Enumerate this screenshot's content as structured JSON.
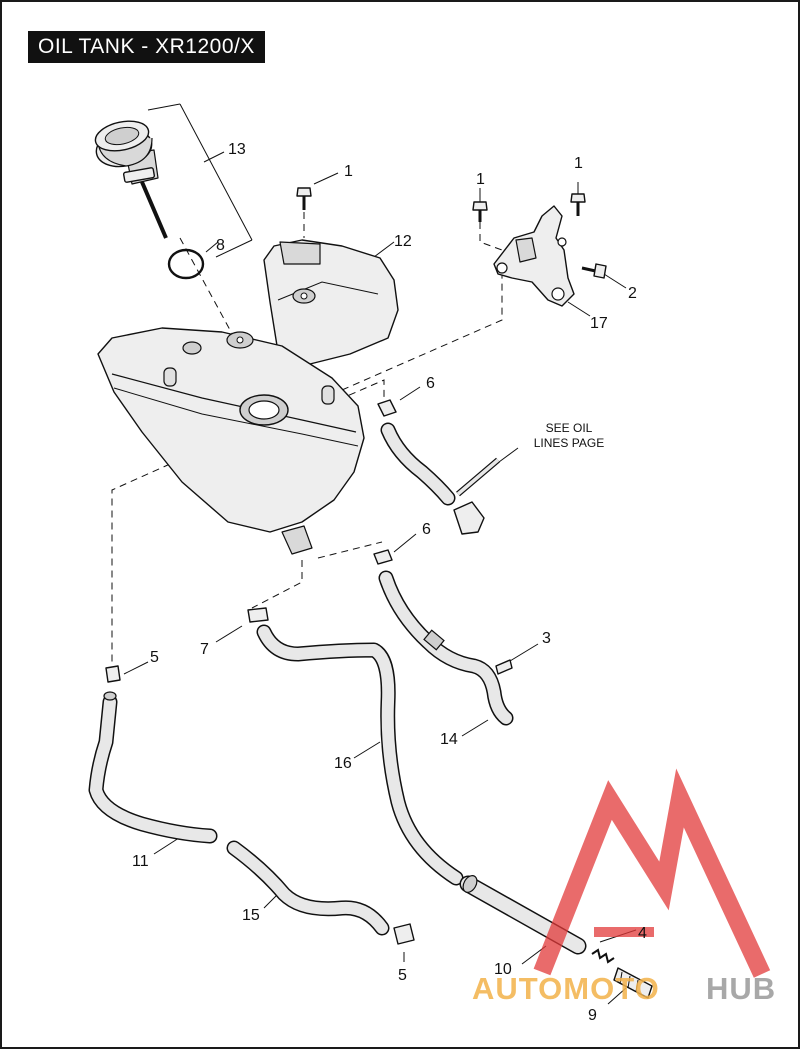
{
  "title": "OIL TANK - XR1200/X",
  "note": {
    "line1": "SEE OIL",
    "line2": "LINES PAGE"
  },
  "callouts": {
    "c13": "13",
    "c8": "8",
    "c1a": "1",
    "c12": "12",
    "c1b": "1",
    "c1c": "1",
    "c2": "2",
    "c17": "17",
    "c6a": "6",
    "c6b": "6",
    "c3": "3",
    "c7": "7",
    "c5a": "5",
    "c14": "14",
    "c16": "16",
    "c11": "11",
    "c15": "15",
    "c4": "4",
    "c10": "10",
    "c5b": "5",
    "c9": "9"
  },
  "watermark": {
    "text_primary": "AUTOMOTO",
    "text_secondary": "HUB",
    "color_primary": "#f3b24a",
    "color_secondary": "#9a9a9a",
    "color_logo": "#e23a3a"
  }
}
